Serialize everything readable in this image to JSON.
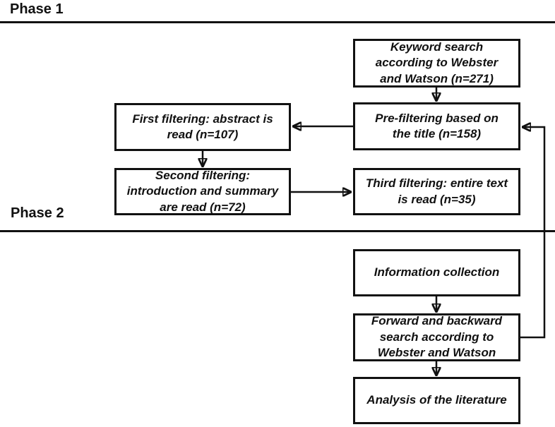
{
  "diagram": {
    "type": "flowchart",
    "colors": {
      "line": "#111111",
      "box_border": "#111111",
      "box_fill": "#ffffff",
      "background": "#ffffff",
      "text": "#111111"
    },
    "phases": {
      "phase1_label": "Phase 1",
      "phase2_label": "Phase 2"
    },
    "nodes": {
      "keyword_search": "Keyword search\naccording to Webster\nand Watson (n=271)",
      "pre_filtering": "Pre-filtering based on\nthe title (n=158)",
      "first_filtering": "First filtering: abstract is\nread (n=107)",
      "second_filtering": "Second filtering:\nintroduction and summary\nare read (n=72)",
      "third_filtering": "Third filtering: entire text\nis read (n=35)",
      "information_collection": "Information collection",
      "forward_backward_search": "Forward and backward\nsearch according to\nWebster and Watson",
      "analysis_literature": "Analysis of the literature"
    },
    "edges": [
      {
        "from": "keyword_search",
        "to": "pre_filtering"
      },
      {
        "from": "pre_filtering",
        "to": "first_filtering"
      },
      {
        "from": "first_filtering",
        "to": "second_filtering"
      },
      {
        "from": "second_filtering",
        "to": "third_filtering"
      },
      {
        "from": "information_collection",
        "to": "forward_backward_search"
      },
      {
        "from": "forward_backward_search",
        "to": "analysis_literature"
      },
      {
        "from": "forward_backward_search",
        "to": "pre_filtering",
        "style": "feedback-loop-right-side"
      }
    ]
  }
}
